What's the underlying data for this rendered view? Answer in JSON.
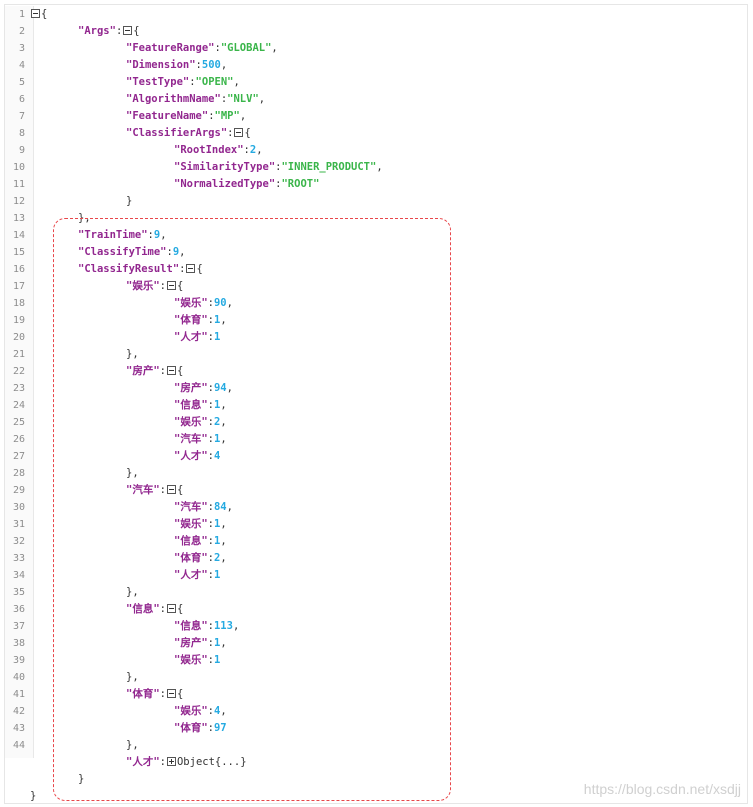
{
  "watermark": "https://blog.csdn.net/xsdjj",
  "collapsed_text": "Object{...}",
  "lines": [
    {
      "n": "1",
      "indent": 0,
      "fold": "minus",
      "tokens": [
        {
          "t": "{",
          "c": "p"
        }
      ]
    },
    {
      "n": "2",
      "indent": 1,
      "fold": "minus",
      "tokens": [
        {
          "t": "\"Args\"",
          "c": "k"
        },
        {
          "t": ":",
          "c": "p"
        },
        {
          "t": "__FOLD__",
          "c": "p"
        },
        {
          "t": "{",
          "c": "p"
        }
      ]
    },
    {
      "n": "3",
      "indent": 2,
      "tokens": [
        {
          "t": "\"FeatureRange\"",
          "c": "k"
        },
        {
          "t": ":",
          "c": "p"
        },
        {
          "t": "\"GLOBAL\"",
          "c": "s"
        },
        {
          "t": ",",
          "c": "p"
        }
      ]
    },
    {
      "n": "4",
      "indent": 2,
      "tokens": [
        {
          "t": "\"Dimension\"",
          "c": "k"
        },
        {
          "t": ":",
          "c": "p"
        },
        {
          "t": "500",
          "c": "n"
        },
        {
          "t": ",",
          "c": "p"
        }
      ]
    },
    {
      "n": "5",
      "indent": 2,
      "tokens": [
        {
          "t": "\"TestType\"",
          "c": "k"
        },
        {
          "t": ":",
          "c": "p"
        },
        {
          "t": "\"OPEN\"",
          "c": "s"
        },
        {
          "t": ",",
          "c": "p"
        }
      ]
    },
    {
      "n": "6",
      "indent": 2,
      "tokens": [
        {
          "t": "\"AlgorithmName\"",
          "c": "k"
        },
        {
          "t": ":",
          "c": "p"
        },
        {
          "t": "\"NLV\"",
          "c": "s"
        },
        {
          "t": ",",
          "c": "p"
        }
      ]
    },
    {
      "n": "7",
      "indent": 2,
      "tokens": [
        {
          "t": "\"FeatureName\"",
          "c": "k"
        },
        {
          "t": ":",
          "c": "p"
        },
        {
          "t": "\"MP\"",
          "c": "s"
        },
        {
          "t": ",",
          "c": "p"
        }
      ]
    },
    {
      "n": "8",
      "indent": 2,
      "tokens": [
        {
          "t": "\"ClassifierArgs\"",
          "c": "k"
        },
        {
          "t": ":",
          "c": "p"
        },
        {
          "t": "__FOLD__",
          "c": "p"
        },
        {
          "t": "{",
          "c": "p"
        }
      ]
    },
    {
      "n": "9",
      "indent": 3,
      "tokens": [
        {
          "t": "\"RootIndex\"",
          "c": "k"
        },
        {
          "t": ":",
          "c": "p"
        },
        {
          "t": "2",
          "c": "n"
        },
        {
          "t": ",",
          "c": "p"
        }
      ]
    },
    {
      "n": "10",
      "indent": 3,
      "tokens": [
        {
          "t": "\"SimilarityType\"",
          "c": "k"
        },
        {
          "t": ":",
          "c": "p"
        },
        {
          "t": "\"INNER_PRODUCT\"",
          "c": "s"
        },
        {
          "t": ",",
          "c": "p"
        }
      ]
    },
    {
      "n": "11",
      "indent": 3,
      "tokens": [
        {
          "t": "\"NormalizedType\"",
          "c": "k"
        },
        {
          "t": ":",
          "c": "p"
        },
        {
          "t": "\"ROOT\"",
          "c": "s"
        }
      ]
    },
    {
      "n": "12",
      "indent": 2,
      "tokens": [
        {
          "t": "}",
          "c": "p"
        }
      ]
    },
    {
      "n": "13",
      "indent": 1,
      "tokens": [
        {
          "t": "},",
          "c": "p"
        }
      ]
    },
    {
      "n": "14",
      "indent": 1,
      "tokens": [
        {
          "t": "\"TrainTime\"",
          "c": "k"
        },
        {
          "t": ":",
          "c": "p"
        },
        {
          "t": "9",
          "c": "n"
        },
        {
          "t": ",",
          "c": "p"
        }
      ]
    },
    {
      "n": "15",
      "indent": 1,
      "tokens": [
        {
          "t": "\"ClassifyTime\"",
          "c": "k"
        },
        {
          "t": ":",
          "c": "p"
        },
        {
          "t": "9",
          "c": "n"
        },
        {
          "t": ",",
          "c": "p"
        }
      ]
    },
    {
      "n": "16",
      "indent": 1,
      "tokens": [
        {
          "t": "\"ClassifyResult\"",
          "c": "k"
        },
        {
          "t": ":",
          "c": "p"
        },
        {
          "t": "__FOLD__",
          "c": "p"
        },
        {
          "t": "{",
          "c": "p"
        }
      ]
    },
    {
      "n": "17",
      "indent": 2,
      "tokens": [
        {
          "t": "\"娱乐\"",
          "c": "k"
        },
        {
          "t": ":",
          "c": "p"
        },
        {
          "t": "__FOLD__",
          "c": "p"
        },
        {
          "t": "{",
          "c": "p"
        }
      ]
    },
    {
      "n": "18",
      "indent": 3,
      "tokens": [
        {
          "t": "\"娱乐\"",
          "c": "k"
        },
        {
          "t": ":",
          "c": "p"
        },
        {
          "t": "90",
          "c": "n"
        },
        {
          "t": ",",
          "c": "p"
        }
      ]
    },
    {
      "n": "19",
      "indent": 3,
      "tokens": [
        {
          "t": "\"体育\"",
          "c": "k"
        },
        {
          "t": ":",
          "c": "p"
        },
        {
          "t": "1",
          "c": "n"
        },
        {
          "t": ",",
          "c": "p"
        }
      ]
    },
    {
      "n": "20",
      "indent": 3,
      "tokens": [
        {
          "t": "\"人才\"",
          "c": "k"
        },
        {
          "t": ":",
          "c": "p"
        },
        {
          "t": "1",
          "c": "n"
        }
      ]
    },
    {
      "n": "21",
      "indent": 2,
      "tokens": [
        {
          "t": "},",
          "c": "p"
        }
      ]
    },
    {
      "n": "22",
      "indent": 2,
      "tokens": [
        {
          "t": "\"房产\"",
          "c": "k"
        },
        {
          "t": ":",
          "c": "p"
        },
        {
          "t": "__FOLD__",
          "c": "p"
        },
        {
          "t": "{",
          "c": "p"
        }
      ]
    },
    {
      "n": "23",
      "indent": 3,
      "tokens": [
        {
          "t": "\"房产\"",
          "c": "k"
        },
        {
          "t": ":",
          "c": "p"
        },
        {
          "t": "94",
          "c": "n"
        },
        {
          "t": ",",
          "c": "p"
        }
      ]
    },
    {
      "n": "24",
      "indent": 3,
      "tokens": [
        {
          "t": "\"信息\"",
          "c": "k"
        },
        {
          "t": ":",
          "c": "p"
        },
        {
          "t": "1",
          "c": "n"
        },
        {
          "t": ",",
          "c": "p"
        }
      ]
    },
    {
      "n": "25",
      "indent": 3,
      "tokens": [
        {
          "t": "\"娱乐\"",
          "c": "k"
        },
        {
          "t": ":",
          "c": "p"
        },
        {
          "t": "2",
          "c": "n"
        },
        {
          "t": ",",
          "c": "p"
        }
      ]
    },
    {
      "n": "26",
      "indent": 3,
      "tokens": [
        {
          "t": "\"汽车\"",
          "c": "k"
        },
        {
          "t": ":",
          "c": "p"
        },
        {
          "t": "1",
          "c": "n"
        },
        {
          "t": ",",
          "c": "p"
        }
      ]
    },
    {
      "n": "27",
      "indent": 3,
      "tokens": [
        {
          "t": "\"人才\"",
          "c": "k"
        },
        {
          "t": ":",
          "c": "p"
        },
        {
          "t": "4",
          "c": "n"
        }
      ]
    },
    {
      "n": "28",
      "indent": 2,
      "tokens": [
        {
          "t": "},",
          "c": "p"
        }
      ]
    },
    {
      "n": "29",
      "indent": 2,
      "tokens": [
        {
          "t": "\"汽车\"",
          "c": "k"
        },
        {
          "t": ":",
          "c": "p"
        },
        {
          "t": "__FOLD__",
          "c": "p"
        },
        {
          "t": "{",
          "c": "p"
        }
      ]
    },
    {
      "n": "30",
      "indent": 3,
      "tokens": [
        {
          "t": "\"汽车\"",
          "c": "k"
        },
        {
          "t": ":",
          "c": "p"
        },
        {
          "t": "84",
          "c": "n"
        },
        {
          "t": ",",
          "c": "p"
        }
      ]
    },
    {
      "n": "31",
      "indent": 3,
      "tokens": [
        {
          "t": "\"娱乐\"",
          "c": "k"
        },
        {
          "t": ":",
          "c": "p"
        },
        {
          "t": "1",
          "c": "n"
        },
        {
          "t": ",",
          "c": "p"
        }
      ]
    },
    {
      "n": "32",
      "indent": 3,
      "tokens": [
        {
          "t": "\"信息\"",
          "c": "k"
        },
        {
          "t": ":",
          "c": "p"
        },
        {
          "t": "1",
          "c": "n"
        },
        {
          "t": ",",
          "c": "p"
        }
      ]
    },
    {
      "n": "33",
      "indent": 3,
      "tokens": [
        {
          "t": "\"体育\"",
          "c": "k"
        },
        {
          "t": ":",
          "c": "p"
        },
        {
          "t": "2",
          "c": "n"
        },
        {
          "t": ",",
          "c": "p"
        }
      ]
    },
    {
      "n": "34",
      "indent": 3,
      "tokens": [
        {
          "t": "\"人才\"",
          "c": "k"
        },
        {
          "t": ":",
          "c": "p"
        },
        {
          "t": "1",
          "c": "n"
        }
      ]
    },
    {
      "n": "35",
      "indent": 2,
      "tokens": [
        {
          "t": "},",
          "c": "p"
        }
      ]
    },
    {
      "n": "36",
      "indent": 2,
      "tokens": [
        {
          "t": "\"信息\"",
          "c": "k"
        },
        {
          "t": ":",
          "c": "p"
        },
        {
          "t": "__FOLD__",
          "c": "p"
        },
        {
          "t": "{",
          "c": "p"
        }
      ]
    },
    {
      "n": "37",
      "indent": 3,
      "tokens": [
        {
          "t": "\"信息\"",
          "c": "k"
        },
        {
          "t": ":",
          "c": "p"
        },
        {
          "t": "113",
          "c": "n"
        },
        {
          "t": ",",
          "c": "p"
        }
      ]
    },
    {
      "n": "38",
      "indent": 3,
      "tokens": [
        {
          "t": "\"房产\"",
          "c": "k"
        },
        {
          "t": ":",
          "c": "p"
        },
        {
          "t": "1",
          "c": "n"
        },
        {
          "t": ",",
          "c": "p"
        }
      ]
    },
    {
      "n": "39",
      "indent": 3,
      "tokens": [
        {
          "t": "\"娱乐\"",
          "c": "k"
        },
        {
          "t": ":",
          "c": "p"
        },
        {
          "t": "1",
          "c": "n"
        }
      ]
    },
    {
      "n": "40",
      "indent": 2,
      "tokens": [
        {
          "t": "},",
          "c": "p"
        }
      ]
    },
    {
      "n": "41",
      "indent": 2,
      "tokens": [
        {
          "t": "\"体育\"",
          "c": "k"
        },
        {
          "t": ":",
          "c": "p"
        },
        {
          "t": "__FOLD__",
          "c": "p"
        },
        {
          "t": "{",
          "c": "p"
        }
      ]
    },
    {
      "n": "42",
      "indent": 3,
      "tokens": [
        {
          "t": "\"娱乐\"",
          "c": "k"
        },
        {
          "t": ":",
          "c": "p"
        },
        {
          "t": "4",
          "c": "n"
        },
        {
          "t": ",",
          "c": "p"
        }
      ]
    },
    {
      "n": "43",
      "indent": 3,
      "tokens": [
        {
          "t": "\"体育\"",
          "c": "k"
        },
        {
          "t": ":",
          "c": "p"
        },
        {
          "t": "97",
          "c": "n"
        }
      ]
    },
    {
      "n": "44",
      "indent": 2,
      "tokens": [
        {
          "t": "},",
          "c": "p"
        }
      ]
    },
    {
      "n": "",
      "indent": 2,
      "tokens": [
        {
          "t": "\"人才\"",
          "c": "k"
        },
        {
          "t": ":",
          "c": "p"
        },
        {
          "t": "__FOLDPLUS__",
          "c": "p"
        },
        {
          "t": "Object{...}",
          "c": "collapsed"
        }
      ]
    },
    {
      "n": "",
      "indent": 1,
      "tokens": [
        {
          "t": "}",
          "c": "p"
        }
      ]
    },
    {
      "n": "",
      "indent": 0,
      "tokens": [
        {
          "t": "}",
          "c": "p"
        }
      ]
    }
  ]
}
